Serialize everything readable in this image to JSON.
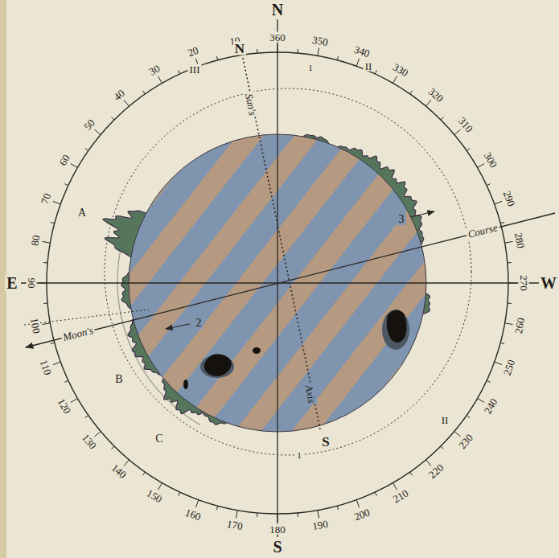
{
  "diagram": {
    "labels": [
      "N",
      "E",
      "S",
      "W",
      "360",
      "10",
      "20",
      "30",
      "40",
      "50",
      "60",
      "70",
      "80",
      "90",
      "100",
      "110",
      "120",
      "130",
      "140",
      "150",
      "160",
      "170",
      "180",
      "190",
      "200",
      "210",
      "220",
      "230",
      "240",
      "250",
      "260",
      "270",
      "280",
      "290",
      "300",
      "310",
      "320",
      "330",
      "340",
      "350",
      "N",
      "S",
      "Sun's",
      "Axis",
      "Moon's",
      "Course",
      "A",
      "B",
      "C",
      "III",
      "II",
      "II",
      "1",
      "1",
      "2",
      "3"
    ]
  }
}
